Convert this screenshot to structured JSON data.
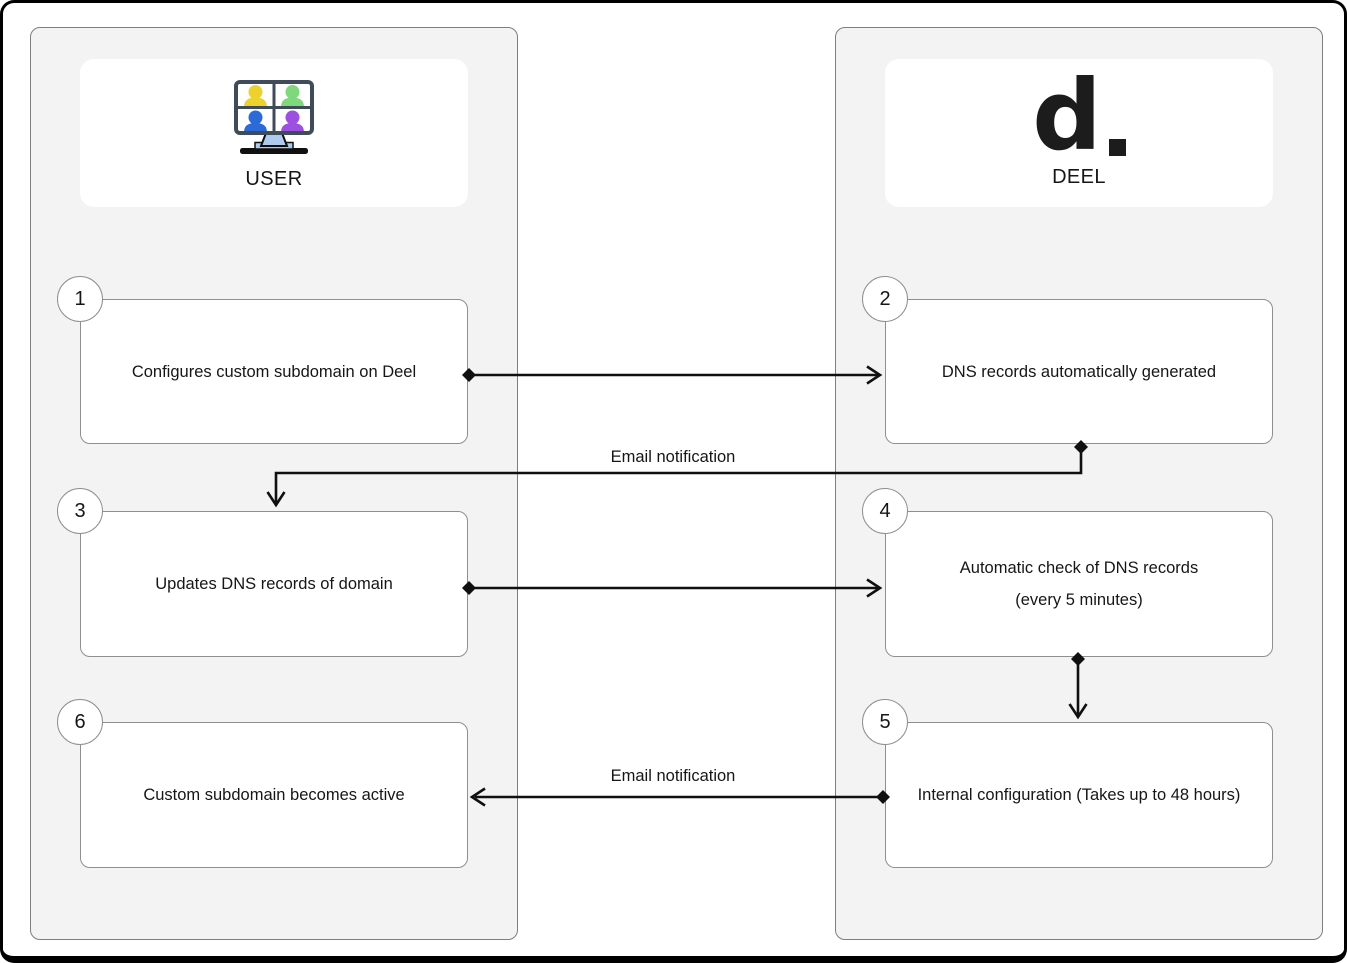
{
  "lanes": [
    {
      "id": "user",
      "label": "USER"
    },
    {
      "id": "deel",
      "label": "DEEL",
      "logo_letter": "d"
    }
  ],
  "steps": [
    {
      "num": "1",
      "lane": "user",
      "text": "Configures custom subdomain on Deel"
    },
    {
      "num": "2",
      "lane": "deel",
      "text": "DNS records automatically generated"
    },
    {
      "num": "3",
      "lane": "user",
      "text": "Updates DNS records of domain"
    },
    {
      "num": "4",
      "lane": "deel",
      "text": "Automatic check of DNS records",
      "text2": "(every 5 minutes)"
    },
    {
      "num": "5",
      "lane": "deel",
      "text": "Internal configuration (Takes up to 48 hours)"
    },
    {
      "num": "6",
      "lane": "user",
      "text": "Custom subdomain becomes active"
    }
  ],
  "edges": [
    {
      "from": "1",
      "to": "2"
    },
    {
      "from": "2",
      "to": "3",
      "label": "Email notification"
    },
    {
      "from": "3",
      "to": "4"
    },
    {
      "from": "4",
      "to": "5"
    },
    {
      "from": "5",
      "to": "6",
      "label": "Email notification"
    }
  ],
  "icon_colors": {
    "yellow": "#ecd12f",
    "green": "#7fd87c",
    "blue": "#2b6ad7",
    "purple": "#9c50e0",
    "stand": "#aecbee",
    "frame": "#3f4b58",
    "base": "#101010"
  },
  "colors": {
    "canvas_bg": "#ffffff",
    "panel_bg": "#f3f3f3",
    "panel_border": "#7e7e7e",
    "box_border": "#8f8f8f",
    "text": "#161616",
    "arrow": "#101010"
  }
}
